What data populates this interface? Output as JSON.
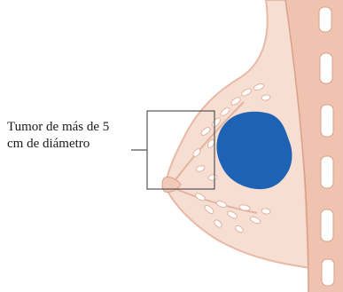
{
  "label": {
    "line1": "Tumor de más de 5",
    "line2": "cm de diámetro"
  },
  "colors": {
    "skin": "#f6ded2",
    "skin_outline": "#e8b9a6",
    "muscle": "#efc3b0",
    "rib": "#ffffff",
    "tumor": "#1e62b3",
    "tissue": "#ffffff",
    "callout": "#555555"
  },
  "icons": {
    "tumor": "tumor-blob",
    "ribs": "rib-segments",
    "lobules": "milk-lobules"
  }
}
